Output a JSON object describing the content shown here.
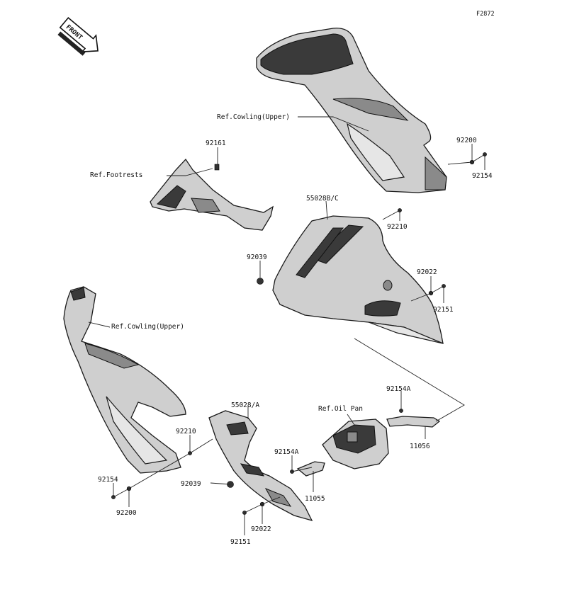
{
  "figure_code": "F2872",
  "front_badge": "FRONT",
  "labels": {
    "cowling_upper_1": "Ref.Cowling(Upper)",
    "cowling_upper_2": "Ref.Cowling(Upper)",
    "footrests": "Ref.Footrests",
    "oil_pan": "Ref.Oil Pan",
    "p92161": "92161",
    "p92200_a": "92200",
    "p92154_a": "92154",
    "p55028bc": "55028B/C",
    "p92210_a": "92210",
    "p92039_a": "92039",
    "p92022_a": "92022",
    "p92151_a": "92151",
    "p92154a_a": "92154A",
    "p55028a": "55028/A",
    "p11056": "11056",
    "p92210_b": "92210",
    "p92154a_b": "92154A",
    "p92039_b": "92039",
    "p11055": "11055",
    "p92154_b": "92154",
    "p92200_b": "92200",
    "p92022_b": "92022",
    "p92151_b": "92151"
  }
}
